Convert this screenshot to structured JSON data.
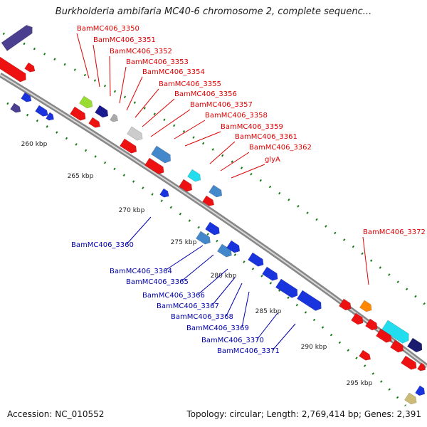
{
  "title": "Burkholderia ambifaria MC40-6 chromosome 2, complete sequenc...",
  "footer": {
    "accession": "Accession: NC_010552",
    "topology": "Topology: circular; Length: 2,769,414 bp; Genes: 2,391"
  },
  "colors": {
    "forward_label": "#dd0000",
    "reverse_label": "#0000aa",
    "backbone": "#999999",
    "tick": "#1a7a1a"
  },
  "scale_ticks": [
    "260 kbp",
    "265 kbp",
    "270 kbp",
    "275 kbp",
    "280 kbp",
    "285 kbp",
    "290 kbp",
    "295 kbp"
  ],
  "forward_labels": [
    "BamMC406_3350",
    "BamMC406_3351",
    "BamMC406_3352",
    "BamMC406_3353",
    "BamMC406_3354",
    "BamMC406_3355",
    "BamMC406_3356",
    "BamMC406_3357",
    "BamMC406_3358",
    "BamMC406_3359",
    "BamMC406_3361",
    "BamMC406_3362",
    "glyA",
    "BamMC406_3372"
  ],
  "reverse_labels": [
    "BamMC406_3360",
    "BamMC406_3364",
    "BamMC406_3365",
    "BamMC406_3366",
    "BamMC406_3367",
    "BamMC406_3368",
    "BamMC406_3369",
    "BamMC406_3370",
    "BamMC406_3371"
  ]
}
